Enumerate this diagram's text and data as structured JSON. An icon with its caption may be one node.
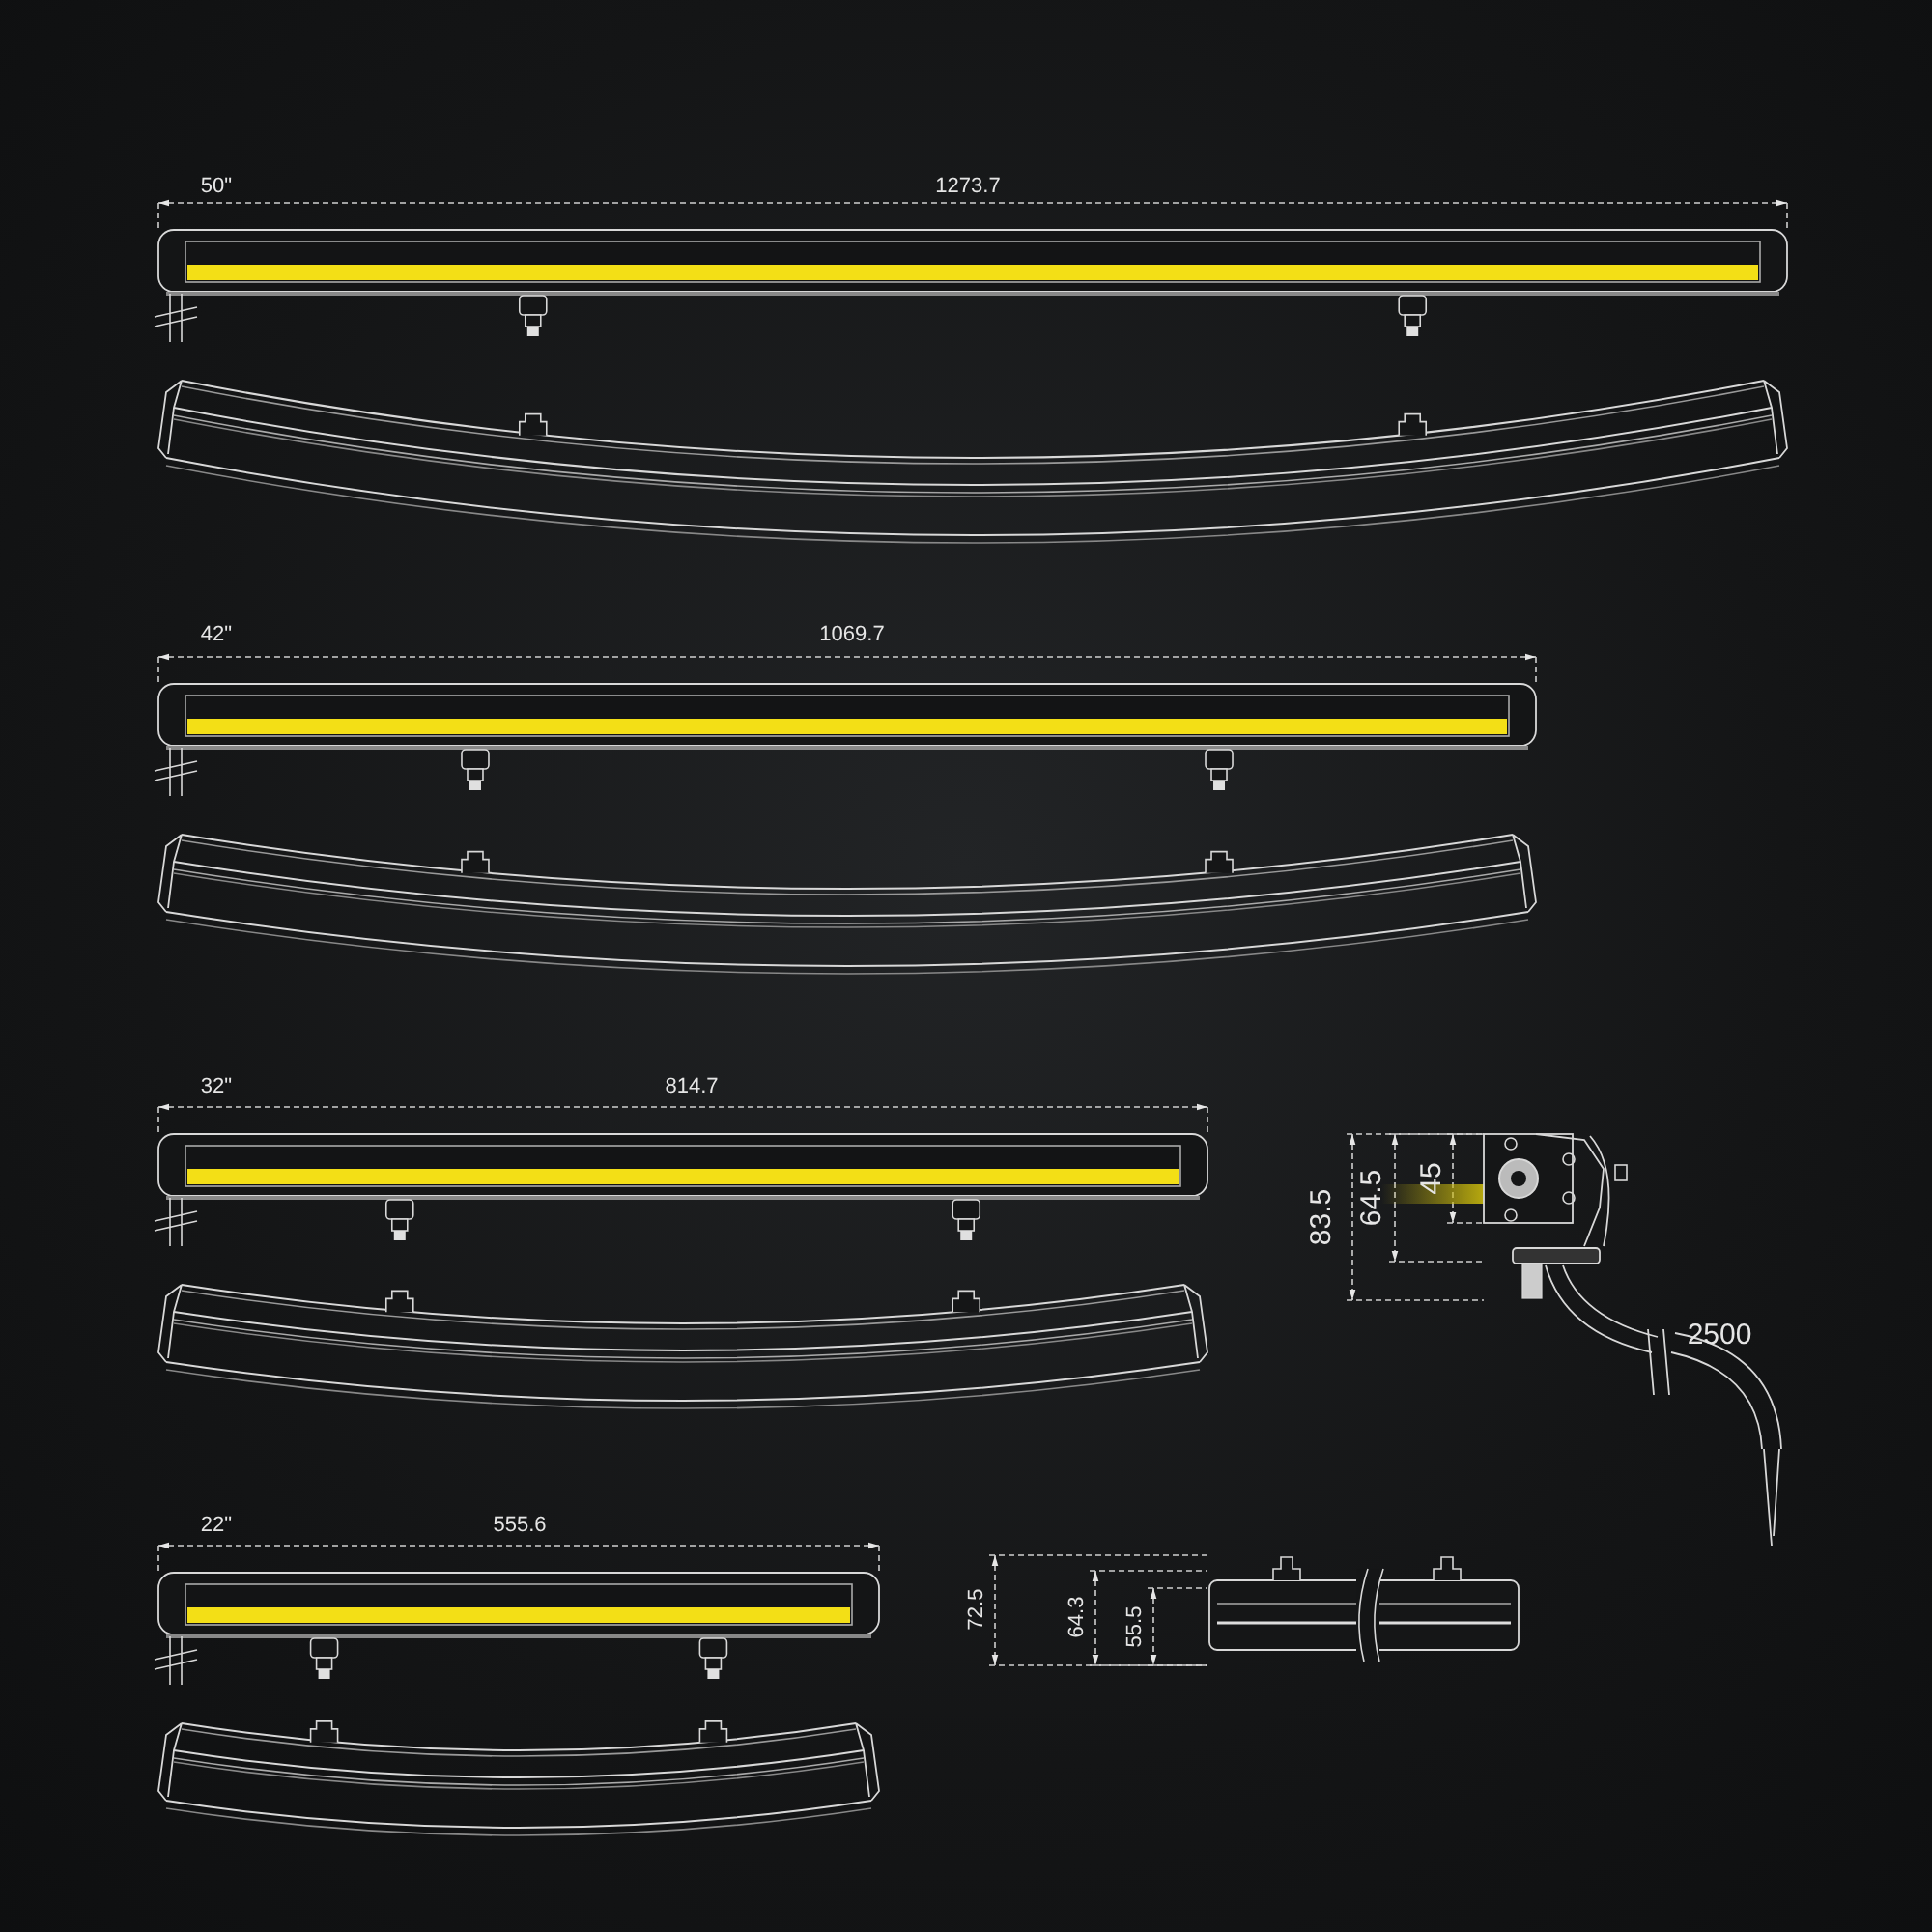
{
  "diagram": {
    "labels": [
      "50\"",
      "1273.7",
      "42\"",
      "1069.7",
      "32\"",
      "814.7",
      "83.5",
      "64.5",
      "45",
      "2500",
      "22\"",
      "555.6",
      "72.5",
      "64.3",
      "55.5"
    ]
  }
}
